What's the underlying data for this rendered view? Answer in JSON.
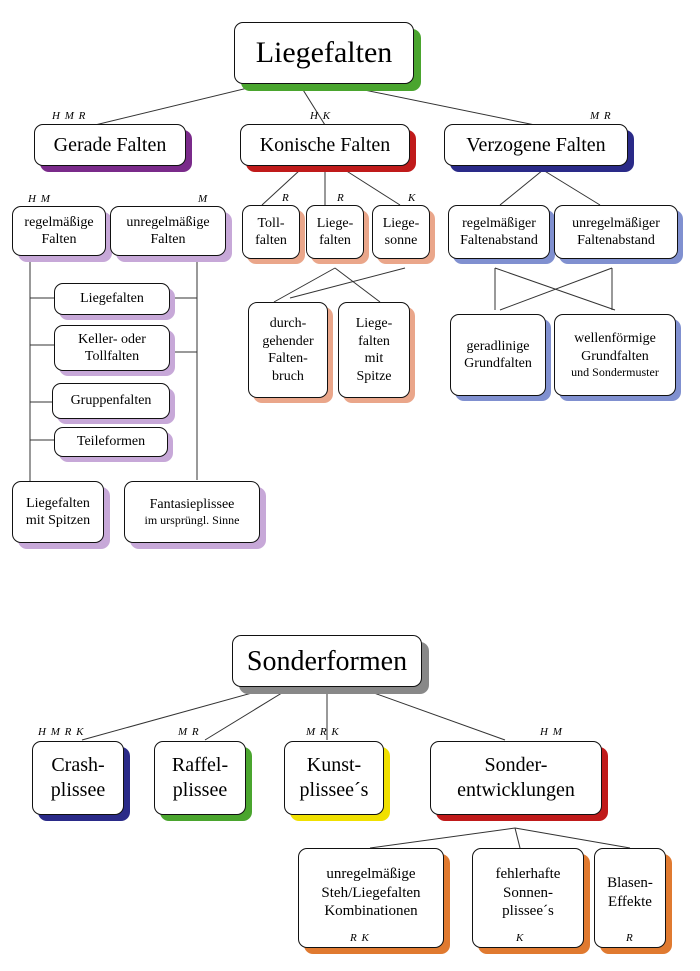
{
  "colors": {
    "green": "#4aa52e",
    "purple": "#7a2a8a",
    "red": "#c01a1a",
    "navy": "#2a2a88",
    "salmon": "#eaa68a",
    "blue_light": "#8090d0",
    "lilac": "#c7a8d8",
    "yellow": "#f0e000",
    "orange": "#e07a30"
  },
  "liegefalten": {
    "title": "Liegefalten",
    "tags": {
      "gerade": "H M R",
      "konische": "H  K",
      "verzogene": "M R"
    },
    "gerade": {
      "label": "Gerade Falten",
      "tags": {
        "regel": "H M",
        "unregel": "M"
      },
      "regel": "regelmäßige\nFalten",
      "unregel": "unregelmäßige\nFalten",
      "items": [
        "Liegefalten",
        "Keller- oder\nTollfalten",
        "Gruppenfalten",
        "Teileformen"
      ],
      "bottom_left": "Liegefalten\nmit Spitzen",
      "bottom_right_main": "Fantasieplissee",
      "bottom_right_sub": "im ursprüngl. Sinne"
    },
    "konische": {
      "label": "Konische Falten",
      "tags": {
        "toll": "R",
        "liege": "R",
        "sonne": "K"
      },
      "toll": "Toll-\nfalten",
      "liege": "Liege-\nfalten",
      "sonne": "Liege-\nsonne",
      "durch": "durch-\ngehender\nFalten-\nbruch",
      "spitze": "Liege-\nfalten\nmit\nSpitze"
    },
    "verzogene": {
      "label": "Verzogene Falten",
      "regel": "regelmäßiger\nFaltenabstand",
      "unregel": "unregelmäßiger\nFaltenabstand",
      "geradlinig": "geradlinige\nGrundfalten",
      "wellen_main": "wellenförmige\nGrundfalten",
      "wellen_sub": "und Sondermuster"
    }
  },
  "sonderformen": {
    "title": "Sonderformen",
    "tags": {
      "crash": "H M R K",
      "raffel": "M R",
      "kunst": "M      R K",
      "sonder": "H M"
    },
    "crash": "Crash-\nplissee",
    "raffel": "Raffel-\nplissee",
    "kunst": "Kunst-\nplissee´s",
    "sonder": "Sonder-\nentwicklungen",
    "children": {
      "unregel": "unregelmäßige\nSteh/Liegefalten\nKombinationen",
      "unregel_tag": "R K",
      "fehler": "fehlerhafte\nSonnen-\nplissee´s",
      "fehler_tag": "K",
      "blasen": "Blasen-\nEffekte",
      "blasen_tag": "R"
    }
  }
}
